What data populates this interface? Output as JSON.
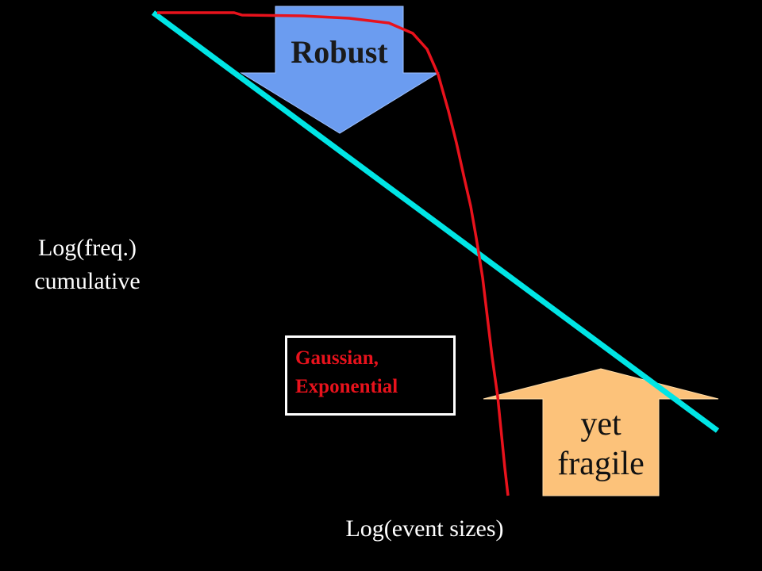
{
  "diagram": {
    "y_axis_label_line1": "Log(freq.)",
    "y_axis_label_line2": "cumulative",
    "x_axis_label": "Log(event sizes)",
    "legend_line1": "Gaussian,",
    "legend_line2": "Exponential",
    "robust_label": "Robust",
    "fragile_line1": "yet",
    "fragile_line2": "fragile",
    "colors": {
      "background": "#000000",
      "exponential_curve": "#e8121c",
      "power_law_line": "#00e5e5",
      "robust_arrow": "#6b9cf0",
      "fragile_arrow": "#fcc27a"
    }
  }
}
